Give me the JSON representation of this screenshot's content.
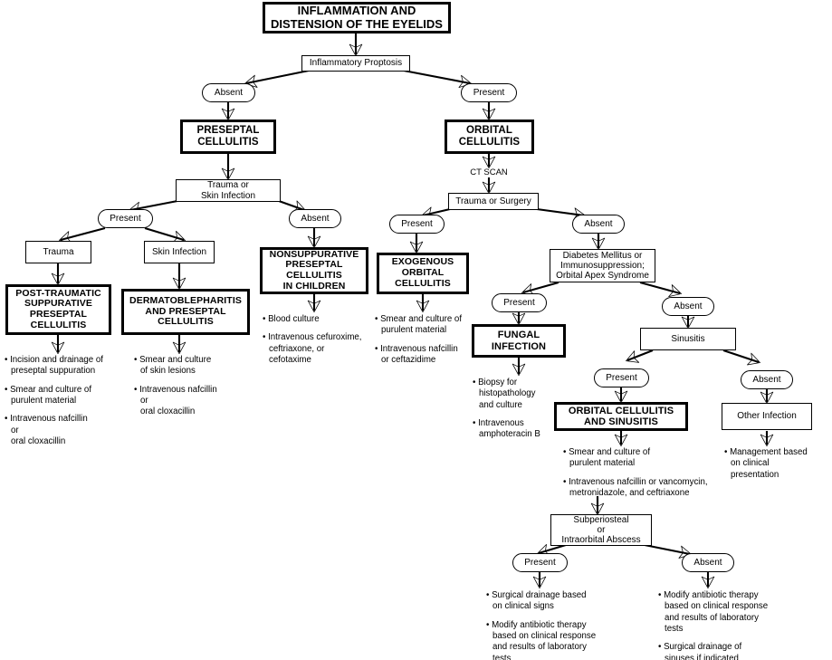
{
  "diagram": {
    "title": "INFLAMMATION AND DISTENSION OF THE EYELIDS",
    "root": {
      "line1": "INFLAMMATION AND",
      "line2": "DISTENSION OF THE EYELIDS"
    },
    "nodes": {
      "inflammatory_proptosis": "Inflammatory Proptosis",
      "proptosis_absent": "Absent",
      "proptosis_present": "Present",
      "preseptal_cellulitis": {
        "line1": "PRESEPTAL",
        "line2": "CELLULITIS"
      },
      "orbital_cellulitis": {
        "line1": "ORBITAL",
        "line2": "CELLULITIS"
      },
      "ct_scan": "CT SCAN",
      "trauma_or_skin_infection": {
        "line1": "Trauma or",
        "line2": "Skin Infection"
      },
      "trauma_or_surgery": "Trauma or Surgery",
      "tsi_present": "Present",
      "tsi_absent": "Absent",
      "tos_present": "Present",
      "tos_absent": "Absent",
      "trauma": "Trauma",
      "skin_infection": "Skin Infection",
      "post_traumatic": {
        "line1": "POST-TRAUMATIC",
        "line2": "SUPPURATIVE",
        "line3": "PRESEPTAL",
        "line4": "CELLULITIS"
      },
      "dermatoblepharitis": {
        "line1": "DERMATOBLEPHARITIS",
        "line2": "AND PRESEPTAL",
        "line3": "CELLULITIS"
      },
      "nonsuppurative": {
        "line1": "NONSUPPURATIVE",
        "line2": "PRESEPTAL",
        "line3": "CELLULITIS",
        "line4": "IN CHILDREN"
      },
      "exogenous": {
        "line1": "EXOGENOUS",
        "line2": "ORBITAL",
        "line3": "CELLULITIS"
      },
      "diabetes": {
        "line1": "Diabetes Mellitus or",
        "line2": "Immunosuppression;",
        "line3": "Orbital Apex Syndrome"
      },
      "dm_present": "Present",
      "dm_absent": "Absent",
      "fungal_infection": {
        "line1": "FUNGAL",
        "line2": "INFECTION"
      },
      "sinusitis": "Sinusitis",
      "sin_present": "Present",
      "sin_absent": "Absent",
      "orbital_and_sinusitis": {
        "line1": "ORBITAL CELLULITIS",
        "line2": "AND SINUSITIS"
      },
      "other_infection": "Other Infection",
      "abscess": {
        "line1": "Subperiosteal",
        "line2": "or",
        "line3": "Intraorbital Abscess"
      },
      "abs_present": "Present",
      "abs_absent": "Absent"
    },
    "treatments": {
      "post_traumatic": [
        {
          "lines": [
            "Incision and drainage of",
            "preseptal suppuration"
          ],
          "indent": [
            false,
            true
          ]
        },
        {
          "lines": [
            "Smear and culture of",
            "purulent material"
          ],
          "indent": [
            false,
            true
          ]
        },
        {
          "lines": [
            "Intravenous nafcillin",
            "or",
            "oral cloxacillin"
          ],
          "indent": [
            false,
            true,
            true
          ]
        }
      ],
      "dermatoblepharitis": [
        {
          "lines": [
            "Smear and culture",
            "of skin lesions"
          ],
          "indent": [
            false,
            true
          ]
        },
        {
          "lines": [
            "Intravenous nafcillin",
            "or",
            "oral cloxacillin"
          ],
          "indent": [
            false,
            true,
            true
          ]
        }
      ],
      "nonsuppurative": [
        {
          "lines": [
            "Blood culture"
          ],
          "indent": [
            false
          ]
        },
        {
          "lines": [
            "Intravenous cefuroxime,",
            "ceftriaxone, or",
            "cefotaxime"
          ],
          "indent": [
            false,
            true,
            true
          ]
        }
      ],
      "exogenous": [
        {
          "lines": [
            "Smear and culture of",
            "purulent material"
          ],
          "indent": [
            false,
            true
          ]
        },
        {
          "lines": [
            "Intravenous nafcillin",
            "or ceftazidime"
          ],
          "indent": [
            false,
            true
          ]
        }
      ],
      "fungal": [
        {
          "lines": [
            "Biopsy for",
            "histopathology",
            "and culture"
          ],
          "indent": [
            false,
            true,
            true
          ]
        },
        {
          "lines": [
            "Intravenous",
            "amphoteracin B"
          ],
          "indent": [
            false,
            true
          ]
        }
      ],
      "orbital_and_sinusitis": [
        {
          "lines": [
            "Smear and culture of",
            "purulent material"
          ],
          "indent": [
            false,
            true
          ]
        },
        {
          "lines": [
            "Intravenous nafcillin or vancomycin,",
            "metronidazole, and ceftriaxone"
          ],
          "indent": [
            false,
            true
          ]
        }
      ],
      "other_infection": [
        {
          "lines": [
            "Management based",
            "on clinical",
            "presentation"
          ],
          "indent": [
            false,
            true,
            true
          ]
        }
      ],
      "abscess_present": [
        {
          "lines": [
            "Surgical drainage based",
            "on clinical signs"
          ],
          "indent": [
            false,
            true
          ]
        },
        {
          "lines": [
            "Modify antibiotic therapy",
            "based on clinical response",
            "and results of laboratory",
            "tests"
          ],
          "indent": [
            false,
            true,
            true,
            true
          ]
        }
      ],
      "abscess_absent": [
        {
          "lines": [
            "Modify antibiotic therapy",
            "based on clinical response",
            "and results of laboratory",
            "tests"
          ],
          "indent": [
            false,
            true,
            true,
            true
          ]
        },
        {
          "lines": [
            "Surgical drainage of",
            "sinuses if indicated"
          ],
          "indent": [
            false,
            true
          ]
        }
      ]
    },
    "colors": {
      "ink": "#000000",
      "paper": "#ffffff"
    }
  }
}
